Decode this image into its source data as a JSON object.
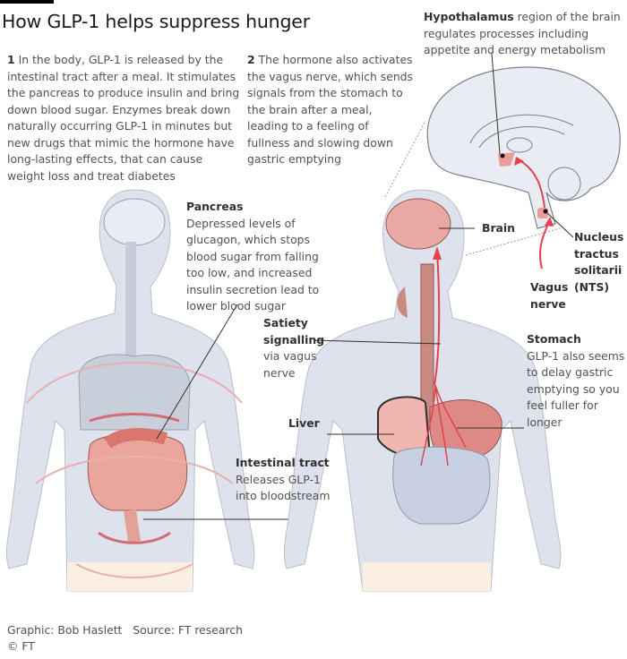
{
  "title": "How GLP-1 helps suppress hunger",
  "step1": {
    "number": "1",
    "text": "In the body, GLP-1 is released by the intestinal tract after a meal. It stimulates the pancreas to produce insulin and bring down blood sugar. Enzymes break down naturally occurring GLP-1 in minutes but new drugs that mimic the hormone have long-lasting effects, that can cause weight loss and treat diabetes"
  },
  "step2": {
    "number": "2",
    "text": "The hormone also activates the vagus nerve, which sends signals from the stomach to the brain after a meal, leading to a feeling of fullness and slowing down gastric emptying"
  },
  "labels": {
    "hypothalamus": {
      "title": "Hypothalamus",
      "text": "region of the brain regulates processes including appetite and energy metabolism"
    },
    "pancreas": {
      "title": "Pancreas",
      "text": "Depressed levels of glucagon, which stops blood sugar from falling too low, and increased insulin secretion lead to lower blood sugar"
    },
    "brain": {
      "title": "Brain"
    },
    "nts": {
      "title": "Nucleus tractus solitarii (NTS)"
    },
    "vagus": {
      "title": "Vagus nerve"
    },
    "satiety": {
      "title": "Satiety signalling",
      "text": "via vagus nerve"
    },
    "stomach": {
      "title": "Stomach",
      "text": "GLP-1 also seems to delay gastric emptying so you feel fuller for longer"
    },
    "liver": {
      "title": "Liver"
    },
    "intestinal": {
      "title": "Intestinal tract",
      "text": "Releases GLP-1 into bloodstream"
    }
  },
  "footer": {
    "credit": "Graphic: Bob Haslett",
    "source": "Source: FT research",
    "copyright": "© FT"
  },
  "colors": {
    "body": "#dde2ec",
    "organ": "#e8a0a0",
    "arrow": "#e8404e",
    "text": "#55514e"
  }
}
